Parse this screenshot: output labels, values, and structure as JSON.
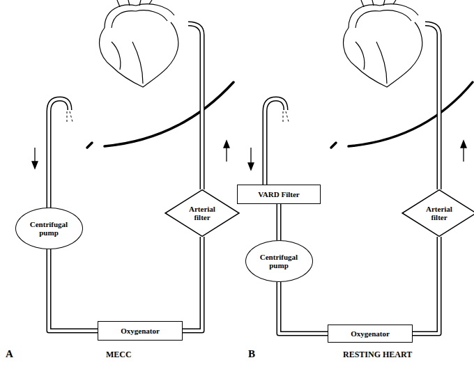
{
  "diagram": {
    "nodes": [
      {
        "text": [
          "Centrifugal pump"
        ]
      },
      {
        "text": [
          "Oxygenator"
        ]
      },
      {
        "text": [
          "Arterial filter"
        ]
      },
      {
        "text": [
          "VARD Filter"
        ]
      },
      {
        "text": [
          "Centrifugal pump"
        ]
      },
      {
        "text": [
          "Oxygenator"
        ]
      },
      {
        "text": [
          "Arterial filter"
        ]
      }
    ],
    "edges": [
      {
        "from": 0,
        "to": 1,
        "arrow": "none"
      },
      {
        "from": 1,
        "to": 2,
        "arrow": "none"
      },
      {
        "from": 3,
        "to": 4,
        "arrow": "none"
      },
      {
        "from": 4,
        "to": 5,
        "arrow": "none"
      },
      {
        "from": 5,
        "to": 6,
        "arrow": "none"
      }
    ],
    "labels": [
      "A",
      "MECC",
      "B",
      "RESTING HEART"
    ]
  }
}
